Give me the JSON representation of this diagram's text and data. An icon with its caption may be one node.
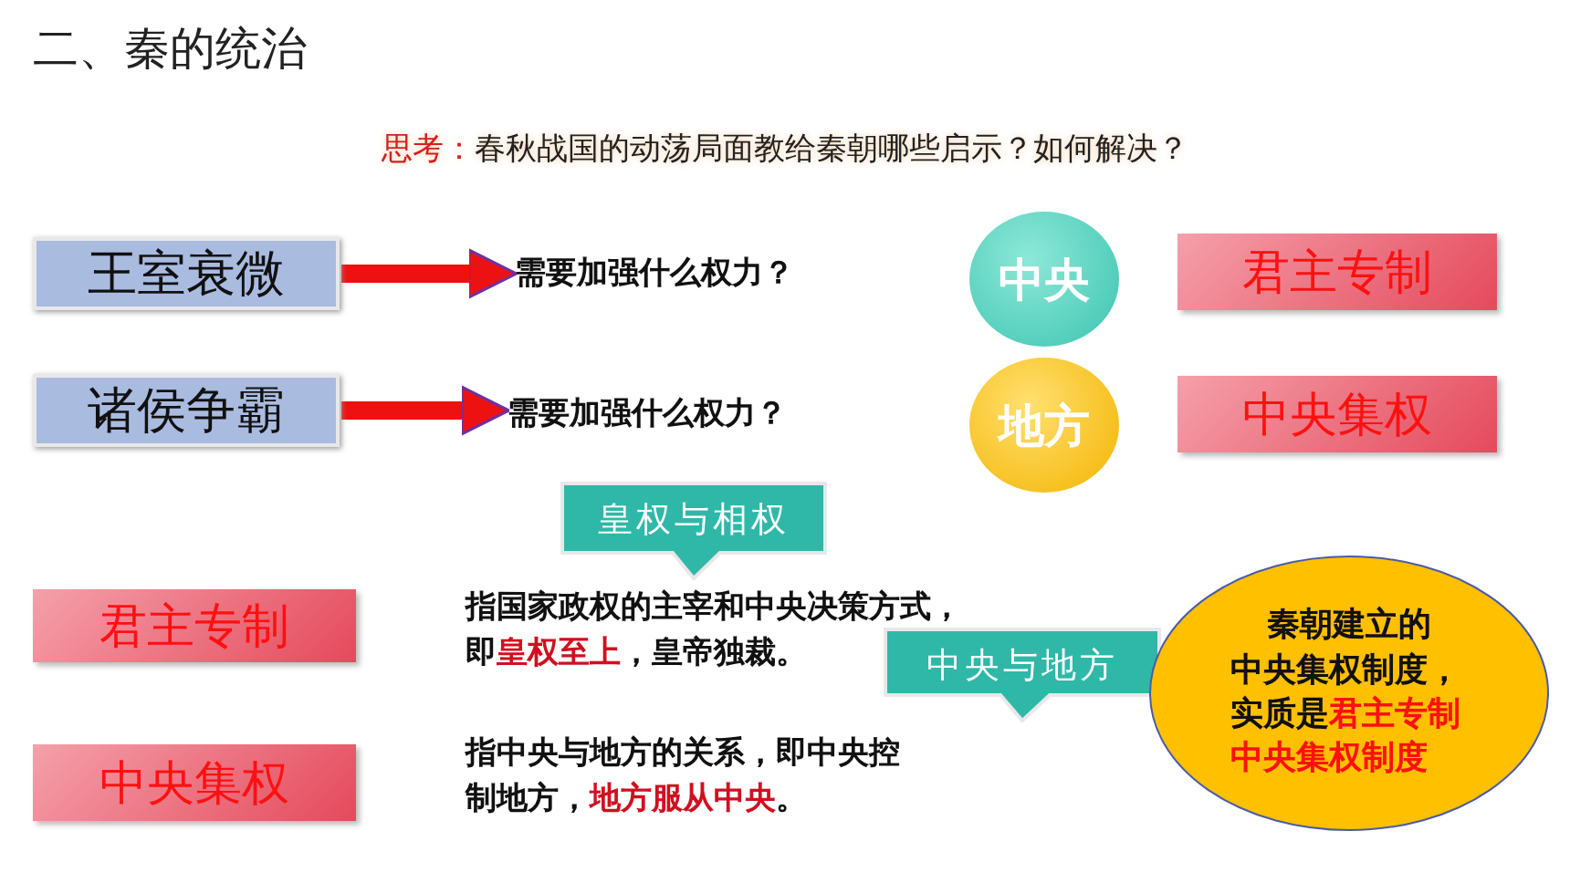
{
  "diagram": {
    "title": "二、秦的统治",
    "nodes": [
      {
        "text": [
          "王室衰微"
        ]
      },
      {
        "text": [
          "需要加强什么权力？"
        ]
      },
      {
        "text": [
          "诸侯争霸"
        ]
      },
      {
        "text": [
          "需要加强什么权力？"
        ]
      },
      {
        "text": [
          "中央"
        ]
      },
      {
        "text": [
          "地方"
        ]
      },
      {
        "text": [
          "君主专制"
        ]
      },
      {
        "text": [
          "中央集权"
        ]
      },
      {
        "text": [
          "皇权与相权"
        ]
      },
      {
        "text": [
          "君主专制"
        ]
      },
      {
        "text": [
          "指国家政权的主宰和中央决策方式，即",
          "皇权至上",
          "，皇帝独裁。"
        ]
      },
      {
        "text": [
          "中央与地方"
        ]
      },
      {
        "text": [
          "中央集权"
        ]
      },
      {
        "text": [
          "指中央与地方的关系，即中央控制地方，",
          "地方服从中央",
          "。"
        ]
      },
      {
        "text": [
          "秦朝建立的",
          "中央集权制度，",
          "实质是",
          "君主专制中央集权制度"
        ]
      }
    ],
    "edges": [
      {
        "from": 0,
        "to": 1,
        "arrow": "to"
      },
      {
        "from": 2,
        "to": 3,
        "arrow": "to"
      }
    ],
    "labels": [
      "思考：",
      "春秋战国的动荡局面教给秦朝哪些启示？如何解决？"
    ]
  }
}
